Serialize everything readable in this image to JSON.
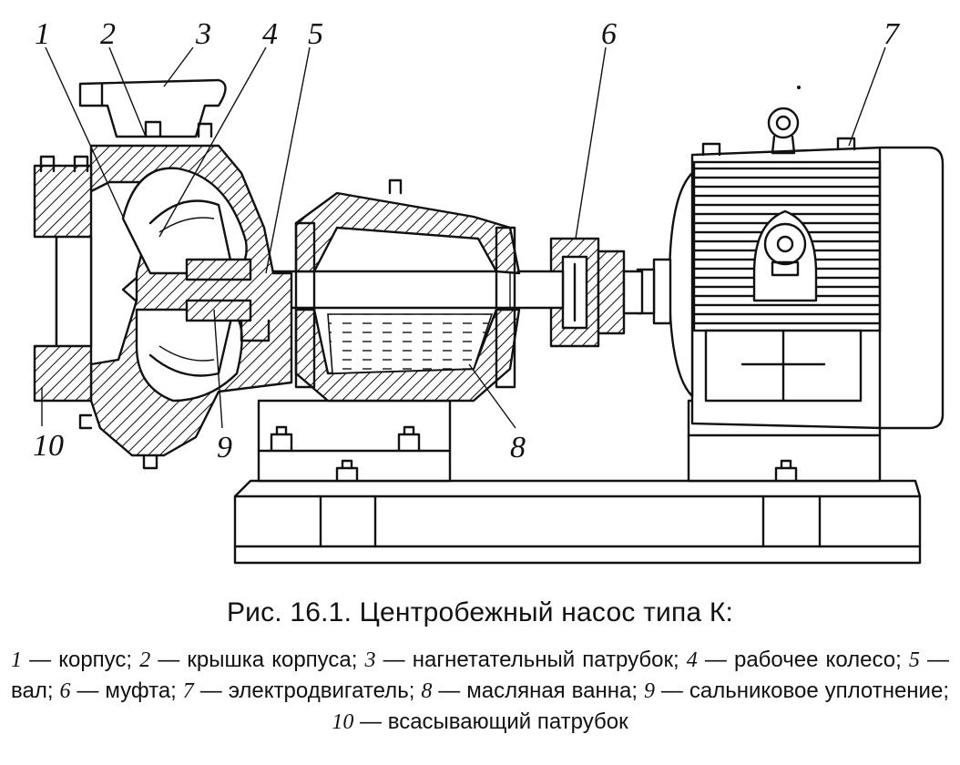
{
  "figure": {
    "callouts": [
      {
        "id": "1",
        "label": "1"
      },
      {
        "id": "2",
        "label": "2"
      },
      {
        "id": "3",
        "label": "3"
      },
      {
        "id": "4",
        "label": "4"
      },
      {
        "id": "5",
        "label": "5"
      },
      {
        "id": "6",
        "label": "6"
      },
      {
        "id": "7",
        "label": "7"
      },
      {
        "id": "8",
        "label": "8"
      },
      {
        "id": "9",
        "label": "9"
      },
      {
        "id": "10",
        "label": "10"
      }
    ]
  },
  "caption": {
    "title": "Рис. 16.1. Центробежный насос типа К:",
    "legend": [
      {
        "num": "1",
        "text": "корпус"
      },
      {
        "num": "2",
        "text": "крышка корпуса"
      },
      {
        "num": "3",
        "text": "нагнетательный патрубок"
      },
      {
        "num": "4",
        "text": "рабочее колесо"
      },
      {
        "num": "5",
        "text": "вал"
      },
      {
        "num": "6",
        "text": "муфта"
      },
      {
        "num": "7",
        "text": "электродвигатель"
      },
      {
        "num": "8",
        "text": "масляная ванна"
      },
      {
        "num": "9",
        "text": "сальниковое уплотнение"
      },
      {
        "num": "10",
        "text": "всасывающий патрубок"
      }
    ]
  }
}
